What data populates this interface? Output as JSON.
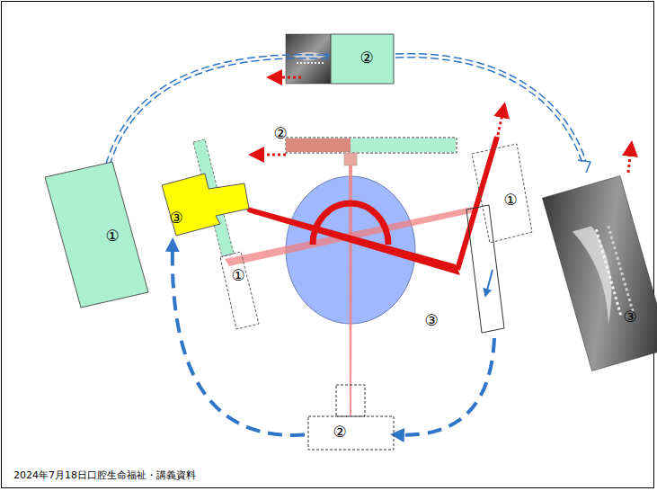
{
  "diagram": {
    "nodes": [
      {
        "text": [
          "①"
        ]
      },
      {
        "text": [
          "②"
        ]
      },
      {
        "text": [
          "③"
        ]
      },
      {
        "text": [
          "①"
        ]
      },
      {
        "text": [
          "①"
        ]
      },
      {
        "text": [
          "③"
        ]
      },
      {
        "text": [
          "②"
        ]
      }
    ],
    "edges": [
      {
        "from": 0,
        "to": 1,
        "arrow": "to"
      },
      {
        "from": 5,
        "to": 6,
        "arrow": "to"
      },
      {
        "from": 6,
        "to": 2,
        "arrow": "to"
      }
    ],
    "labels": [
      "②",
      "③",
      "2024年7月18日口腔生命福祉・講義資料"
    ]
  }
}
